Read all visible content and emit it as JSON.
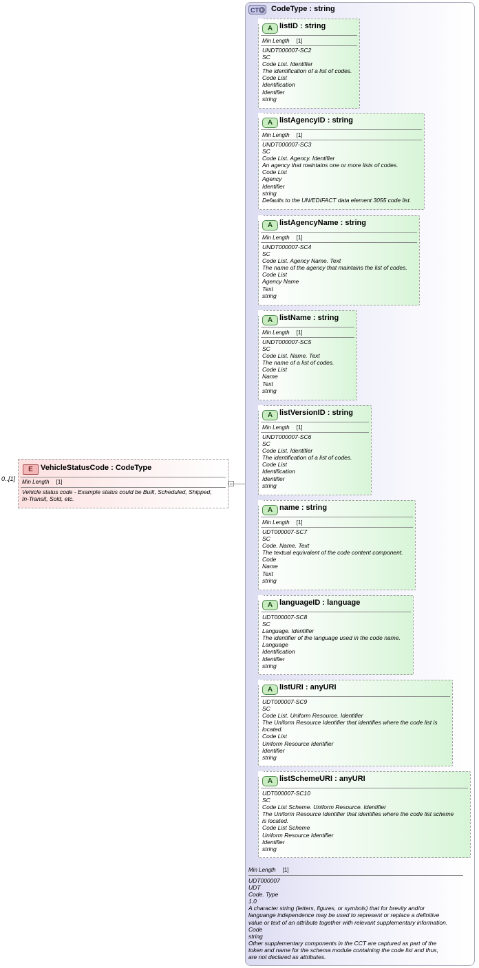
{
  "element": {
    "occurrence": "0..[1]",
    "badge": "E",
    "name": "VehicleStatusCode",
    "type_sep": ":",
    "type": "CodeType",
    "min_length_label": "Min Length",
    "min_length_value": "[1]",
    "doc": [
      "Vehicle status code - Example status could be Built, Scheduled, Shipped,",
      "In-Transit, Sold, etc."
    ]
  },
  "complex_type": {
    "badge": "CT",
    "name": "CodeType",
    "type_sep": ":",
    "type": "string",
    "footer": {
      "min_length_label": "Min Length",
      "min_length_value": "[1]",
      "lines": [
        "UDT000007",
        "UDT",
        "Code. Type",
        "1.0",
        "A character string (letters, figures, or symbols) that for brevity and/or",
        "languange independence may be used to represent or replace a definitive",
        "value or text of an attribute together with relevant supplementary information.",
        "Code",
        "string",
        "Other supplementary components in the CCT are captured as part of the",
        "token and name for the schema module containing the code list and thus,",
        "are not declared as attributes."
      ]
    }
  },
  "attributes": [
    {
      "badge": "A",
      "name": "listID",
      "sep": ":",
      "type": "string",
      "min_length_label": "Min Length",
      "min_length_value": "[1]",
      "lines": [
        "UNDT000007-SC2",
        "SC",
        "Code List. Identifier",
        "The identification of a list of codes.",
        "Code List",
        "Identification",
        "Identifier",
        "string"
      ]
    },
    {
      "badge": "A",
      "name": "listAgencyID",
      "sep": ":",
      "type": "string",
      "min_length_label": "Min Length",
      "min_length_value": "[1]",
      "lines": [
        "UNDT000007-SC3",
        "SC",
        "Code List. Agency. Identifier",
        "An agency that maintains one or more lists of codes.",
        "Code List",
        "Agency",
        "Identifier",
        "string",
        "Defaults to the UN/EDIFACT data element 3055 code list."
      ]
    },
    {
      "badge": "A",
      "name": "listAgencyName",
      "sep": ":",
      "type": "string",
      "min_length_label": "Min Length",
      "min_length_value": "[1]",
      "lines": [
        "UNDT000007-SC4",
        "SC",
        "Code List. Agency Name. Text",
        "The name of the agency that maintains the list of codes.",
        "Code List",
        "Agency Name",
        "Text",
        "string"
      ]
    },
    {
      "badge": "A",
      "name": "listName",
      "sep": ":",
      "type": "string",
      "min_length_label": "Min Length",
      "min_length_value": "[1]",
      "lines": [
        "UNDT000007-SC5",
        "SC",
        "Code List. Name. Text",
        "The name of a list of codes.",
        "Code List",
        "Name",
        "Text",
        "string"
      ]
    },
    {
      "badge": "A",
      "name": "listVersionID",
      "sep": ":",
      "type": "string",
      "min_length_label": "Min Length",
      "min_length_value": "[1]",
      "lines": [
        "UNDT000007-SC6",
        "SC",
        "Code List. Identifier",
        "The identification of a list of codes.",
        "Code List",
        "Identification",
        "Identifier",
        "string"
      ]
    },
    {
      "badge": "A",
      "name": "name",
      "sep": ":",
      "type": "string",
      "min_length_label": "Min Length",
      "min_length_value": "[1]",
      "lines": [
        "UDT000007-SC7",
        "SC",
        "Code. Name. Text",
        "The textual equivalent of the code content component.",
        "Code",
        "Name",
        "Text",
        "string"
      ]
    },
    {
      "badge": "A",
      "name": "languageID",
      "sep": ":",
      "type": "language",
      "lines": [
        "UDT000007-SC8",
        "SC",
        "Language. Identifier",
        "The identifier of the language used in the code name.",
        "Language",
        "Identification",
        "Identifier",
        "string"
      ]
    },
    {
      "badge": "A",
      "name": "listURI",
      "sep": ":",
      "type": "anyURI",
      "lines": [
        "UDT000007-SC9",
        "SC",
        "Code List. Uniform Resource. Identifier",
        "The Uniform Resource Identifier that identifies where the code list is",
        "located.",
        "Code List",
        "Uniform Resource Identifier",
        "Identifier",
        "string"
      ]
    },
    {
      "badge": "A",
      "name": "listSchemeURI",
      "sep": ":",
      "type": "anyURI",
      "lines": [
        "UDT000007-SC10",
        "SC",
        "Code List Scheme. Uniform Resource. Identifier",
        "The Uniform Resource Identifier that identifies where the code list scheme",
        "is located.",
        "Code List Scheme",
        "Uniform Resource Identifier",
        "Identifier",
        "string"
      ]
    }
  ]
}
